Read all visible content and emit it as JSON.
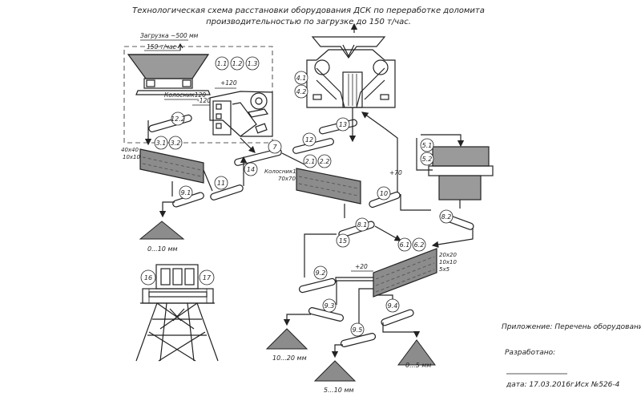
{
  "title": {
    "line1": "Технологическая схема расстановки оборудования ДСК по переработке доломита",
    "line2": "производительностью по загрузке до 150 т/час."
  },
  "feed": {
    "load": "Загрузка ~500 мм",
    "rate": "150 т/час",
    "grizzly": "Колосник120",
    "elev_plus": "+120",
    "elev_minus": "-120"
  },
  "labels": {
    "l11": "1.1",
    "l12": "1.2",
    "l13": "1.3",
    "l41": "4.1",
    "l42": "4.2",
    "l13b": "13",
    "l122": "12.2",
    "l31": "3.1",
    "l32": "3.2",
    "l7": "7",
    "l12b": "12",
    "l21": "2.1",
    "l22": "2.2",
    "l14": "14",
    "l11b": "11",
    "l91": "9.1",
    "l10": "10",
    "l51": "5.1",
    "l52": "5.2",
    "l82": "8.2",
    "l81": "8.1",
    "l15": "15",
    "l61": "6.1",
    "l62": "6.2",
    "l92": "9.2",
    "l93": "9.3",
    "l94": "9.4",
    "l95": "9.5",
    "l16": "16",
    "l17": "17"
  },
  "screen1": {
    "mesh1": "40x40",
    "mesh2": "10x10"
  },
  "screen2": {
    "grizzly": "Колосник100",
    "mesh": "70x70"
  },
  "screen3": {
    "mesh1": "20x20",
    "mesh2": "10x10",
    "mesh3": "5x5"
  },
  "elevations": {
    "plus70": "+70",
    "plus20": "+20"
  },
  "products": {
    "p1": "0...10 мм",
    "p2": "10...20 мм",
    "p3": "5...10 мм",
    "p4": "0...5 мм"
  },
  "notes": {
    "appendix": "Приложение: Перечень оборудования",
    "developed": "Разработано:",
    "date": "дата: 17.03.2016г.",
    "ref": "Исх №526-4"
  }
}
